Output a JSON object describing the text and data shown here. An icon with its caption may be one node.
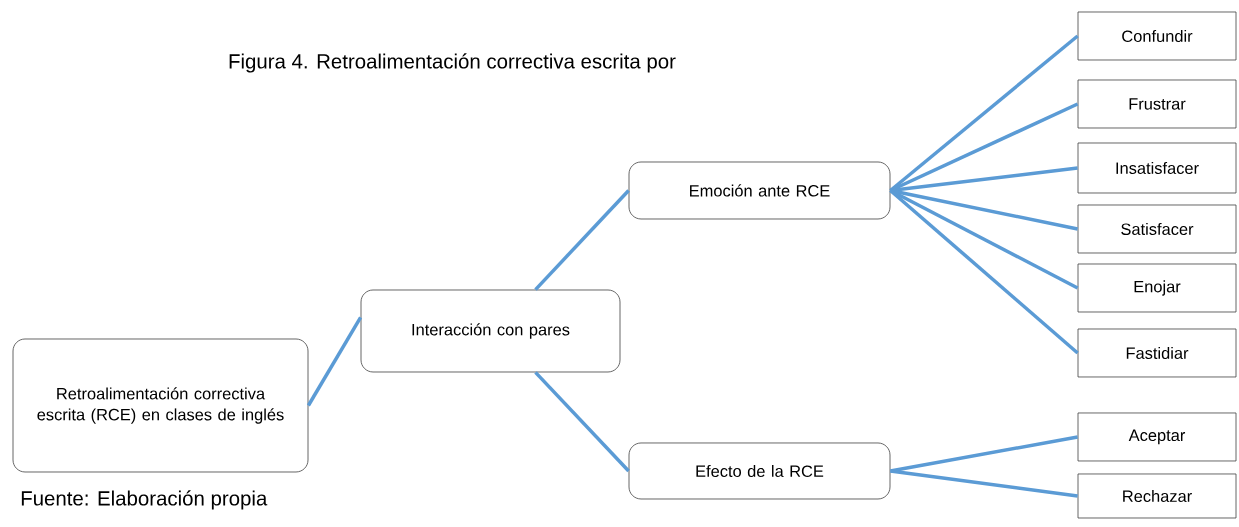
{
  "diagram": {
    "title": "Figura 4. Retroalimentación correctiva escrita por",
    "caption": "Fuente: Elaboración propia",
    "nodes": [
      {
        "text": [
          "Retroalimentación correctiva escrita (RCE) en clases de inglés"
        ]
      },
      {
        "text": [
          "Interacción con pares"
        ]
      },
      {
        "text": [
          "Emoción ante RCE"
        ]
      },
      {
        "text": [
          "Efecto de la RCE"
        ]
      },
      {
        "text": [
          "Confundir"
        ]
      },
      {
        "text": [
          "Frustrar"
        ]
      },
      {
        "text": [
          "Insatisfacer"
        ]
      },
      {
        "text": [
          "Satisfacer"
        ]
      },
      {
        "text": [
          "Enojar"
        ]
      },
      {
        "text": [
          "Fastidiar"
        ]
      },
      {
        "text": [
          "Aceptar"
        ]
      },
      {
        "text": [
          "Rechazar"
        ]
      }
    ],
    "edges": [
      {
        "from": 0,
        "to": 1,
        "arrow": "none"
      },
      {
        "from": 1,
        "to": 2,
        "arrow": "none"
      },
      {
        "from": 1,
        "to": 3,
        "arrow": "none"
      },
      {
        "from": 2,
        "to": 4,
        "arrow": "none"
      },
      {
        "from": 2,
        "to": 5,
        "arrow": "none"
      },
      {
        "from": 2,
        "to": 6,
        "arrow": "none"
      },
      {
        "from": 2,
        "to": 7,
        "arrow": "none"
      },
      {
        "from": 2,
        "to": 8,
        "arrow": "none"
      },
      {
        "from": 2,
        "to": 9,
        "arrow": "none"
      },
      {
        "from": 3,
        "to": 10,
        "arrow": "none"
      },
      {
        "from": 3,
        "to": 11,
        "arrow": "none"
      }
    ]
  }
}
